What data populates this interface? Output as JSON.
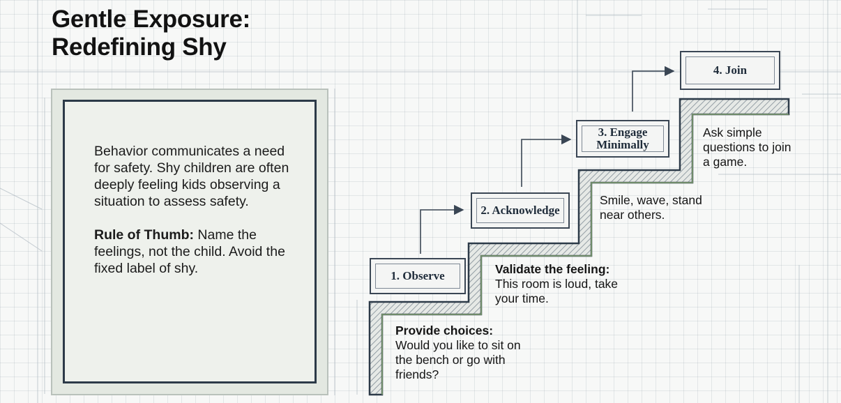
{
  "title": {
    "line1": "Gentle Exposure:",
    "line2": "Redefining Shy"
  },
  "card": {
    "paragraph1": "Behavior communicates a need for safety. Shy children are often deeply feeling kids observing a situation to assess safety.",
    "rule_heading": "Rule of Thumb:",
    "rule_text": " Name the feelings, not the child. Avoid the fixed label of shy."
  },
  "steps": [
    {
      "label": "1. Observe"
    },
    {
      "label": "2. Acknowledge"
    },
    {
      "label": "3. Engage Minimally"
    },
    {
      "label": "4. Join"
    }
  ],
  "notes": {
    "choices_heading": "Provide choices:",
    "choices_text": "Would you like to sit on the bench or go with friends?",
    "validate_heading": "Validate the feeling:",
    "validate_text": "This room is loud, take your time.",
    "engage_text": "Smile, wave, stand near others.",
    "join_text": "Ask simple questions to join a game."
  },
  "colors": {
    "stair_fill": "#2c3a48",
    "stair_green": "#6f8b6a",
    "box_border": "#3a4654"
  }
}
